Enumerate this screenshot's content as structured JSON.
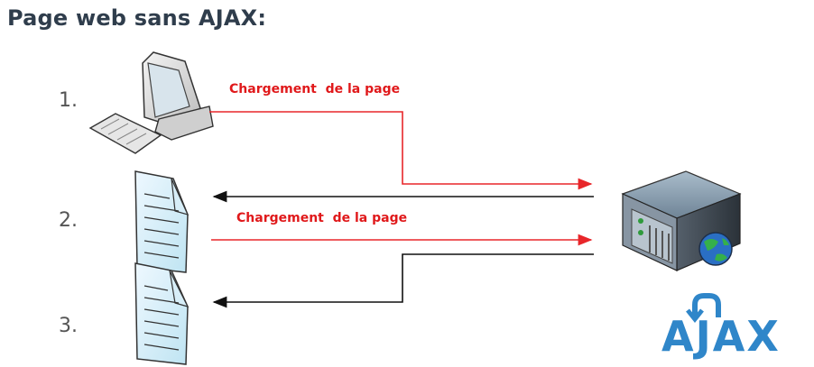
{
  "title": "Page web sans AJAX:",
  "steps": [
    "1.",
    "2.",
    "3."
  ],
  "requests": [
    {
      "label": "Chargement  de la page"
    },
    {
      "label": "Chargement  de la page"
    }
  ],
  "logo": {
    "text": "AJAX"
  },
  "colors": {
    "request_line": "#e8262a",
    "response_line": "#111111",
    "title": "#2f3d4c",
    "logo": "#2f86c9"
  },
  "icons": {
    "client": "computer-icon",
    "server": "server-icon",
    "documents": "document-icon"
  }
}
